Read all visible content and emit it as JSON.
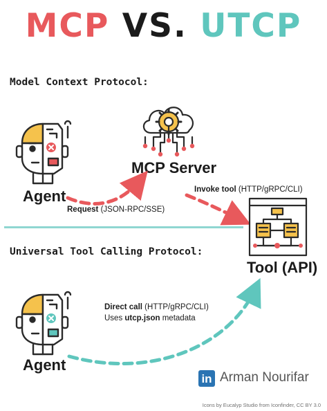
{
  "title": {
    "left": "MCP",
    "middle": "VS.",
    "right": "UTCP"
  },
  "colors": {
    "mcp": "#e8595c",
    "vs": "#1b1b1b",
    "utcp": "#5fc6bd",
    "arrow_red": "#e8595c",
    "arrow_teal": "#5fc6bd",
    "divider": "#8fd6d1",
    "linkedin": "#2a74b3",
    "skin": "#f5c24c"
  },
  "mcp_section": {
    "heading": "Model Context Protocol:",
    "agent_label": "Agent",
    "server_label": "MCP Server",
    "request_prefix": "Request",
    "request_detail": " (JSON-RPC/SSE)",
    "invoke_prefix": "Invoke tool",
    "invoke_detail": " (HTTP/gRPC/CLI)"
  },
  "utcp_section": {
    "heading": "Universal Tool Calling Protocol:",
    "agent_label": "Agent",
    "direct_prefix": "Direct call",
    "direct_detail": " (HTTP/gRPC/CLI)",
    "uses_prefix": "Uses ",
    "uses_bold": "utcp.json",
    "uses_suffix": " metadata"
  },
  "tool_label": "Tool (API)",
  "author": {
    "linkedin_badge": "in",
    "name": "Arman Nourifar"
  },
  "credit": "Icons by Eucalyp Studio from Iconfinder, CC BY 3.0",
  "icons": [
    "robot-agent-icon",
    "cloud-gear-server-icon",
    "tool-flowchart-icon",
    "linkedin-icon"
  ]
}
